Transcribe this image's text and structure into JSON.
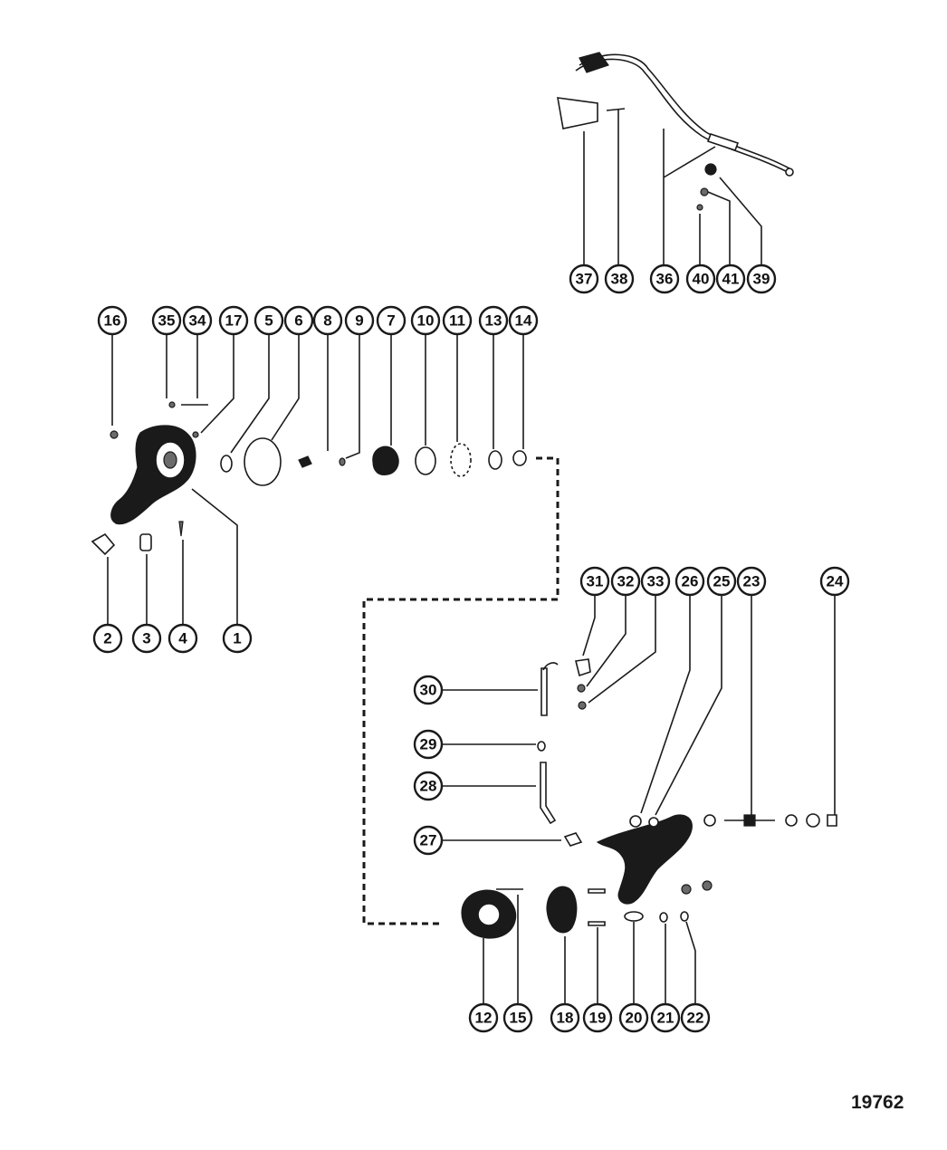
{
  "figure_number": "19762",
  "callouts": [
    "1",
    "2",
    "3",
    "4",
    "5",
    "6",
    "7",
    "8",
    "9",
    "10",
    "11",
    "12",
    "13",
    "14",
    "15",
    "16",
    "17",
    "18",
    "19",
    "20",
    "21",
    "22",
    "23",
    "24",
    "25",
    "26",
    "27",
    "28",
    "29",
    "30",
    "31",
    "32",
    "33",
    "34",
    "35",
    "36",
    "37",
    "38",
    "39",
    "40",
    "41"
  ],
  "labels": {
    "c37": "37",
    "c38": "38",
    "c36": "36",
    "c40": "40",
    "c41": "41",
    "c39": "39",
    "c16": "16",
    "c35": "35",
    "c34": "34",
    "c17": "17",
    "c5": "5",
    "c6": "6",
    "c8": "8",
    "c9": "9",
    "c7": "7",
    "c10": "10",
    "c11": "11",
    "c13": "13",
    "c14": "14",
    "c2": "2",
    "c3": "3",
    "c4": "4",
    "c1": "1",
    "c31": "31",
    "c32": "32",
    "c33": "33",
    "c26": "26",
    "c25": "25",
    "c23": "23",
    "c24": "24",
    "c30": "30",
    "c29": "29",
    "c28": "28",
    "c27": "27",
    "c12": "12",
    "c15": "15",
    "c18": "18",
    "c19": "19",
    "c20": "20",
    "c21": "21",
    "c22": "22"
  }
}
